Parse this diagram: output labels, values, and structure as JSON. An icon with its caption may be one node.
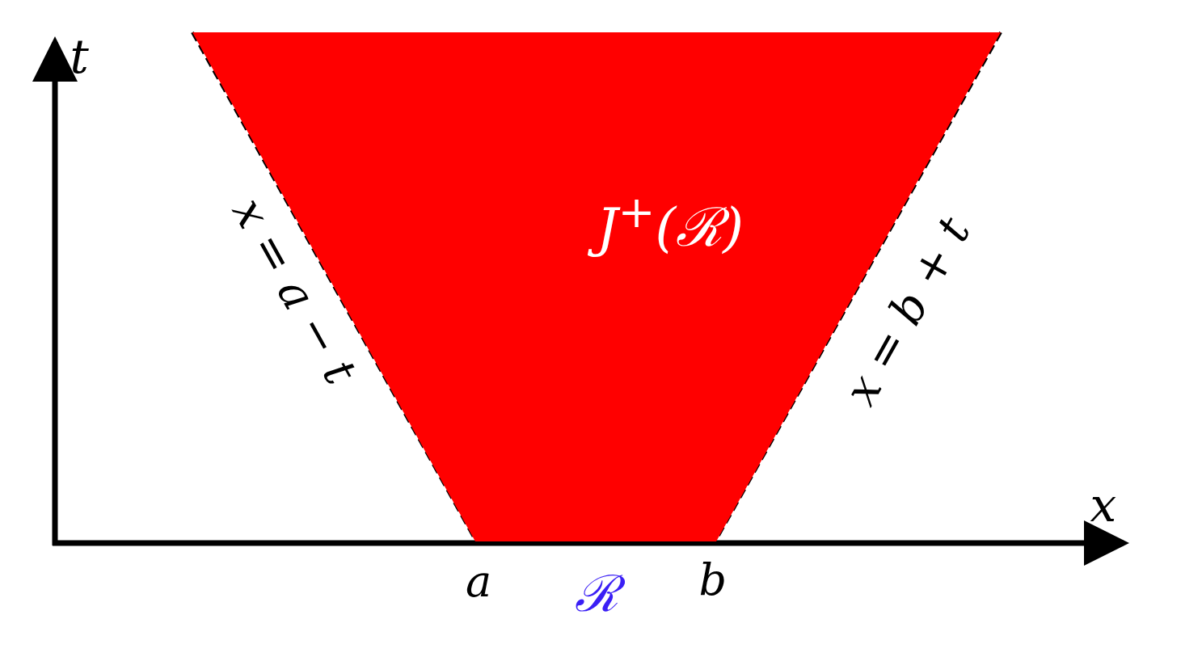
{
  "diagram": {
    "nodes": [
      {
        "text": [
          "J$^{+}$(ℛ)"
        ]
      }
    ],
    "labels": [
      "t",
      "x = a − t",
      "x = b + t",
      "x",
      "a",
      "ℛ",
      "b"
    ]
  }
}
